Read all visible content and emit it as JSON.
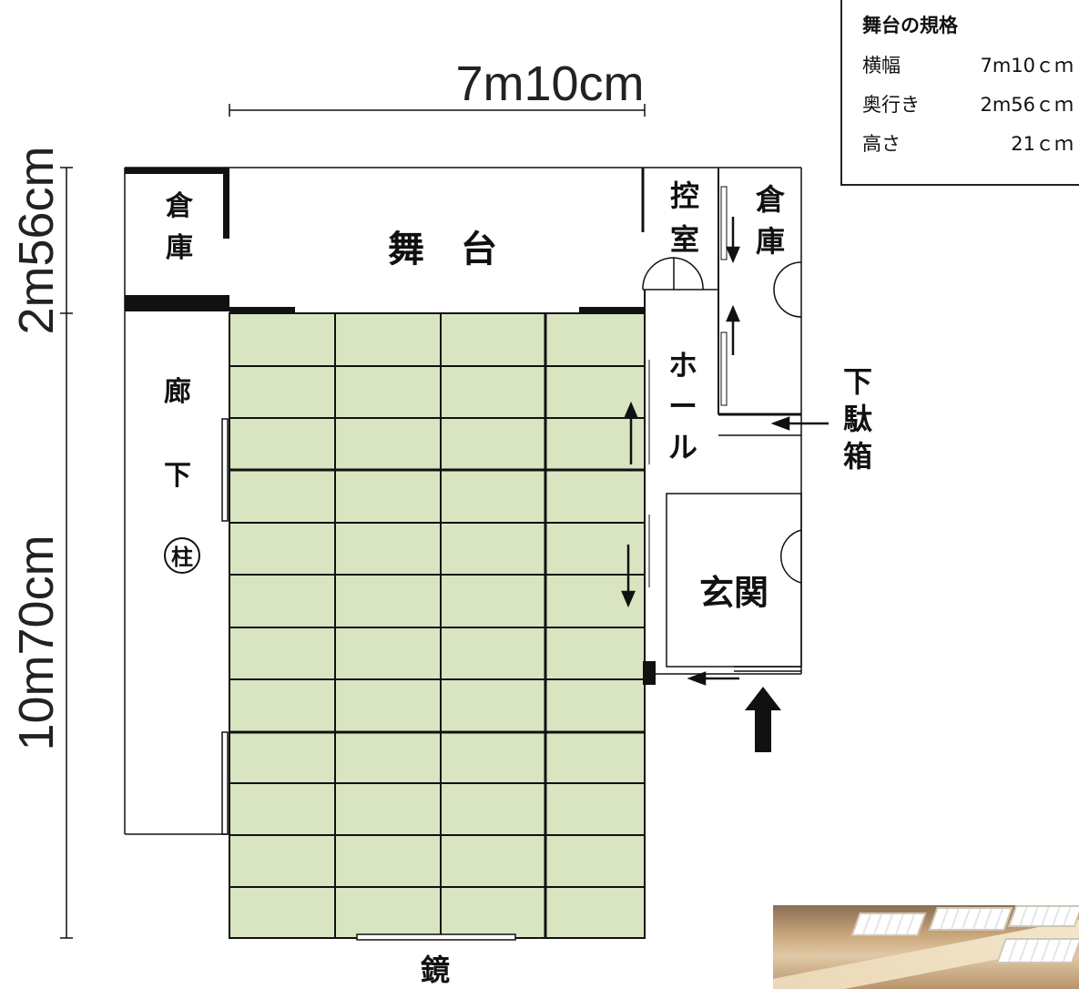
{
  "dimensions": {
    "width": "7m10cm",
    "stage_depth": "2m56cm",
    "hall_depth": "10m70cm"
  },
  "rooms": {
    "storage_left": "倉\n庫",
    "stage": "舞　台",
    "waiting_room": "控\n室",
    "storage_right": "倉\n庫",
    "corridor": "廊\n\n下",
    "pillar": "柱",
    "hall": "ホ\nー\nル",
    "shoe_box": "下\n駄\n箱",
    "entrance": "玄関",
    "mirror": "鏡"
  },
  "spec": {
    "title": "舞台の規格",
    "rows": [
      {
        "key": "横幅",
        "value": "7m10ｃｍ"
      },
      {
        "key": "奥行き",
        "value": "2m56ｃｍ"
      },
      {
        "key": "高さ",
        "value": "21ｃｍ"
      }
    ]
  },
  "colors": {
    "tatami": "#d9e4c1",
    "wall": "#000000",
    "line": "#111111"
  },
  "photo": {
    "name": "stage-ceiling-photo"
  }
}
